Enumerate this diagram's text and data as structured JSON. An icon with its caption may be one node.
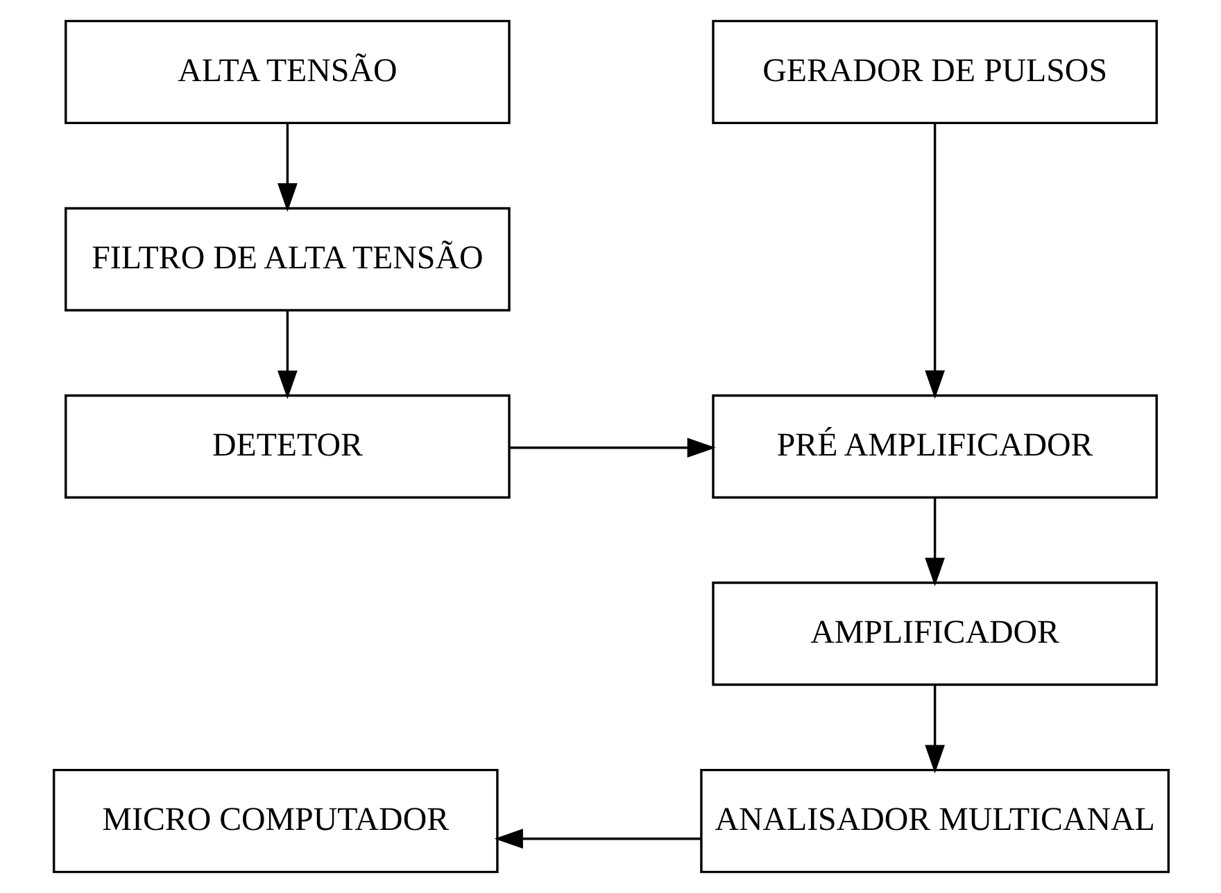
{
  "diagram": {
    "nodes": [
      {
        "text": [
          "ALTA TENSÃO"
        ]
      },
      {
        "text": [
          "GERADOR DE PULSOS"
        ]
      },
      {
        "text": [
          "FILTRO DE ALTA TENSÃO"
        ]
      },
      {
        "text": [
          "DETETOR"
        ]
      },
      {
        "text": [
          "PRÉ AMPLIFICADOR"
        ]
      },
      {
        "text": [
          "AMPLIFICADOR"
        ]
      },
      {
        "text": [
          "MICRO COMPUTADOR"
        ]
      },
      {
        "text": [
          "ANALISADOR MULTICANAL"
        ]
      }
    ],
    "edges": [
      {
        "from": 0,
        "to": 2,
        "arrow": "to"
      },
      {
        "from": 2,
        "to": 3,
        "arrow": "to"
      },
      {
        "from": 1,
        "to": 4,
        "arrow": "to"
      },
      {
        "from": 3,
        "to": 4,
        "arrow": "to"
      },
      {
        "from": 4,
        "to": 5,
        "arrow": "to"
      },
      {
        "from": 5,
        "to": 7,
        "arrow": "to"
      },
      {
        "from": 7,
        "to": 6,
        "arrow": "to"
      }
    ]
  }
}
